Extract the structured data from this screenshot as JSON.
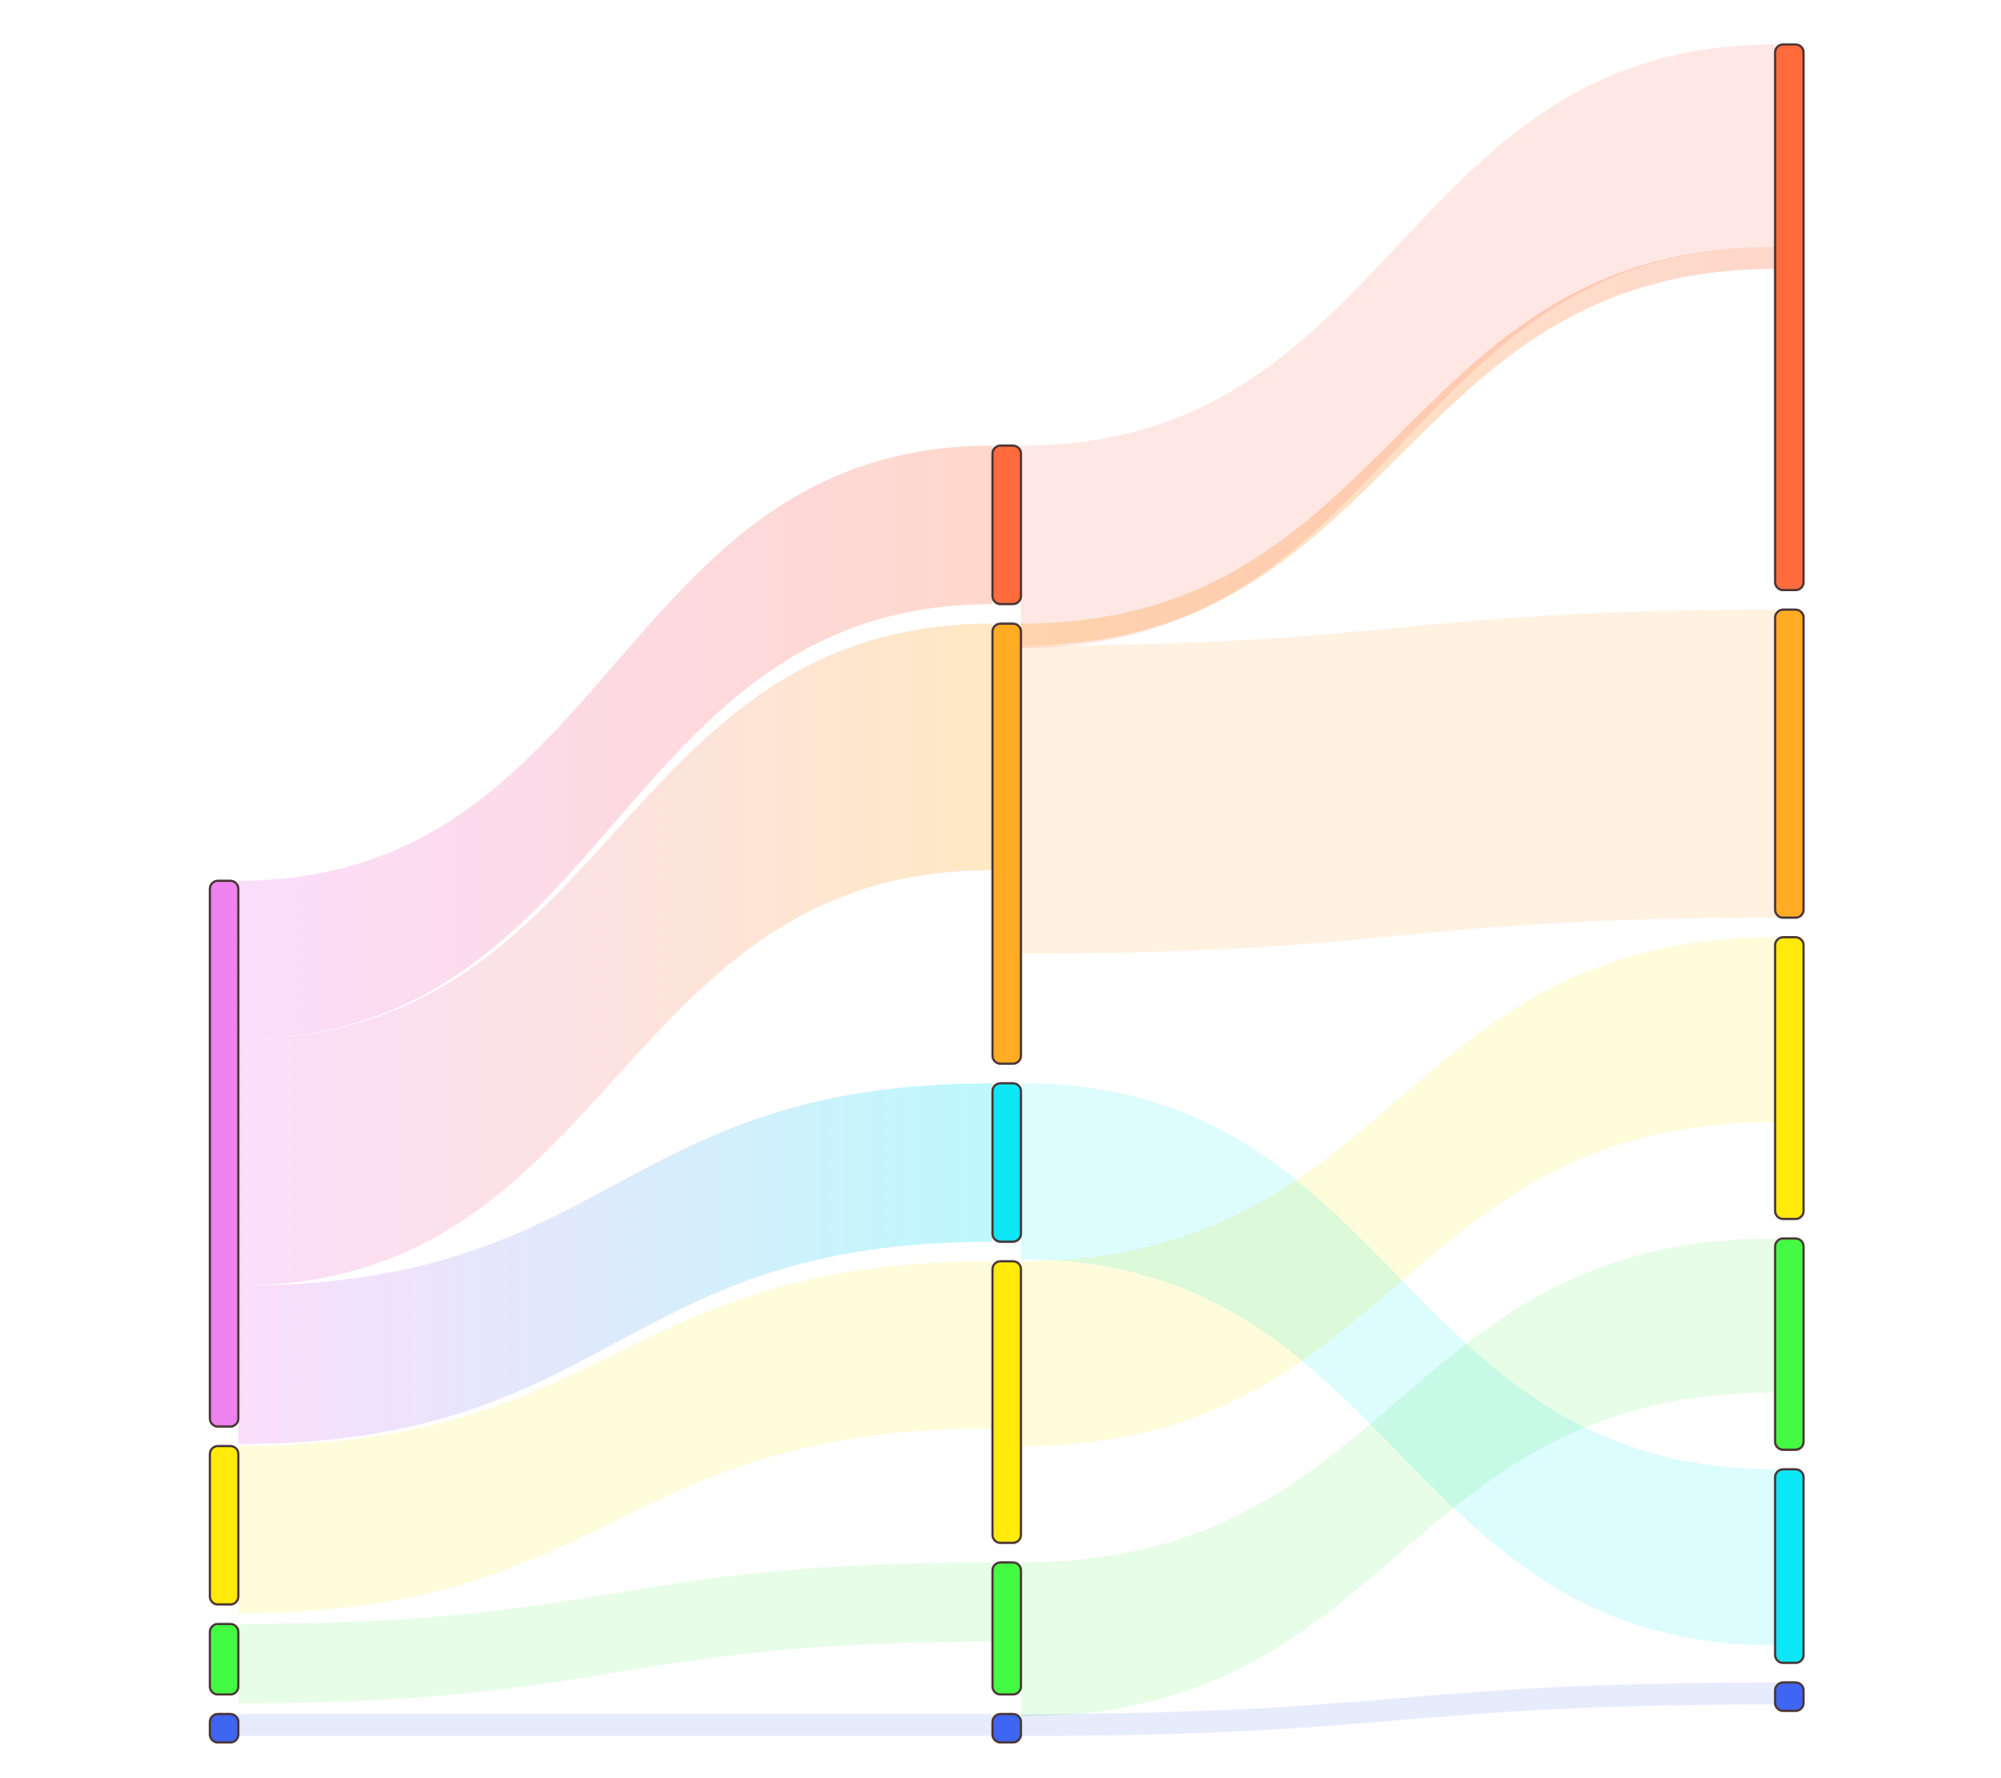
{
  "chart_data": {
    "type": "sankey",
    "columns": [
      [
        {
          "id": "a0",
          "color": "#ee82ee",
          "value": 6.2
        },
        {
          "id": "a1",
          "color": "#ffea0a",
          "value": 1.8
        },
        {
          "id": "a2",
          "color": "#44fb44",
          "value": 0.8
        },
        {
          "id": "a3",
          "color": "#3f66f2",
          "value": 0.1
        }
      ],
      [
        {
          "id": "b0",
          "color": "#ff6b3d",
          "value": 1.8
        },
        {
          "id": "b1",
          "color": "#ffab24",
          "value": 5.0
        },
        {
          "id": "b2",
          "color": "#0ce7f5",
          "value": 1.8
        },
        {
          "id": "b3",
          "color": "#ffea0a",
          "value": 3.2
        },
        {
          "id": "b4",
          "color": "#44fb44",
          "value": 1.5
        },
        {
          "id": "b5",
          "color": "#3f66f2",
          "value": 0.1
        }
      ],
      [
        {
          "id": "c0",
          "color": "#ff6b3d",
          "value": 6.2
        },
        {
          "id": "c1",
          "color": "#ffab24",
          "value": 3.5
        },
        {
          "id": "c2",
          "color": "#ffea0a",
          "value": 3.2
        },
        {
          "id": "c3",
          "color": "#44fb44",
          "value": 2.4
        },
        {
          "id": "c4",
          "color": "#0ce7f5",
          "value": 2.2
        },
        {
          "id": "c5",
          "color": "#3f66f2",
          "value": 0.1
        }
      ]
    ],
    "links": [
      {
        "source": "a0",
        "target": "b0",
        "value": 1.8,
        "color": "#ffab97"
      },
      {
        "source": "a0",
        "target": "b1",
        "value": 2.8,
        "color": "#ffcf8f"
      },
      {
        "source": "a0",
        "target": "b2",
        "value": 1.8,
        "color": "#7cf4fa"
      },
      {
        "source": "a1",
        "target": "b3",
        "value": 1.9,
        "color": "#fff37a"
      },
      {
        "source": "a2",
        "target": "b4",
        "value": 0.9,
        "color": "#a8f9a8"
      },
      {
        "source": "a3",
        "target": "b5",
        "value": 0.25,
        "color": "#a6b7f7"
      },
      {
        "source": "b0",
        "target": "c0",
        "value": 2.3,
        "color": "#ffab97"
      },
      {
        "source": "b1",
        "target": "c0",
        "value": 0.25,
        "color": "#ffcf8f"
      },
      {
        "source": "b1",
        "target": "c1",
        "value": 3.5,
        "color": "#ffcf8f"
      },
      {
        "source": "b2",
        "target": "c4",
        "value": 2.0,
        "color": "#7cf4fa"
      },
      {
        "source": "b3",
        "target": "c2",
        "value": 2.1,
        "color": "#fff37a"
      },
      {
        "source": "b4",
        "target": "c3",
        "value": 1.75,
        "color": "#a8f9a8"
      },
      {
        "source": "b5",
        "target": "c5",
        "value": 0.25,
        "color": "#a6b7f7"
      }
    ]
  }
}
